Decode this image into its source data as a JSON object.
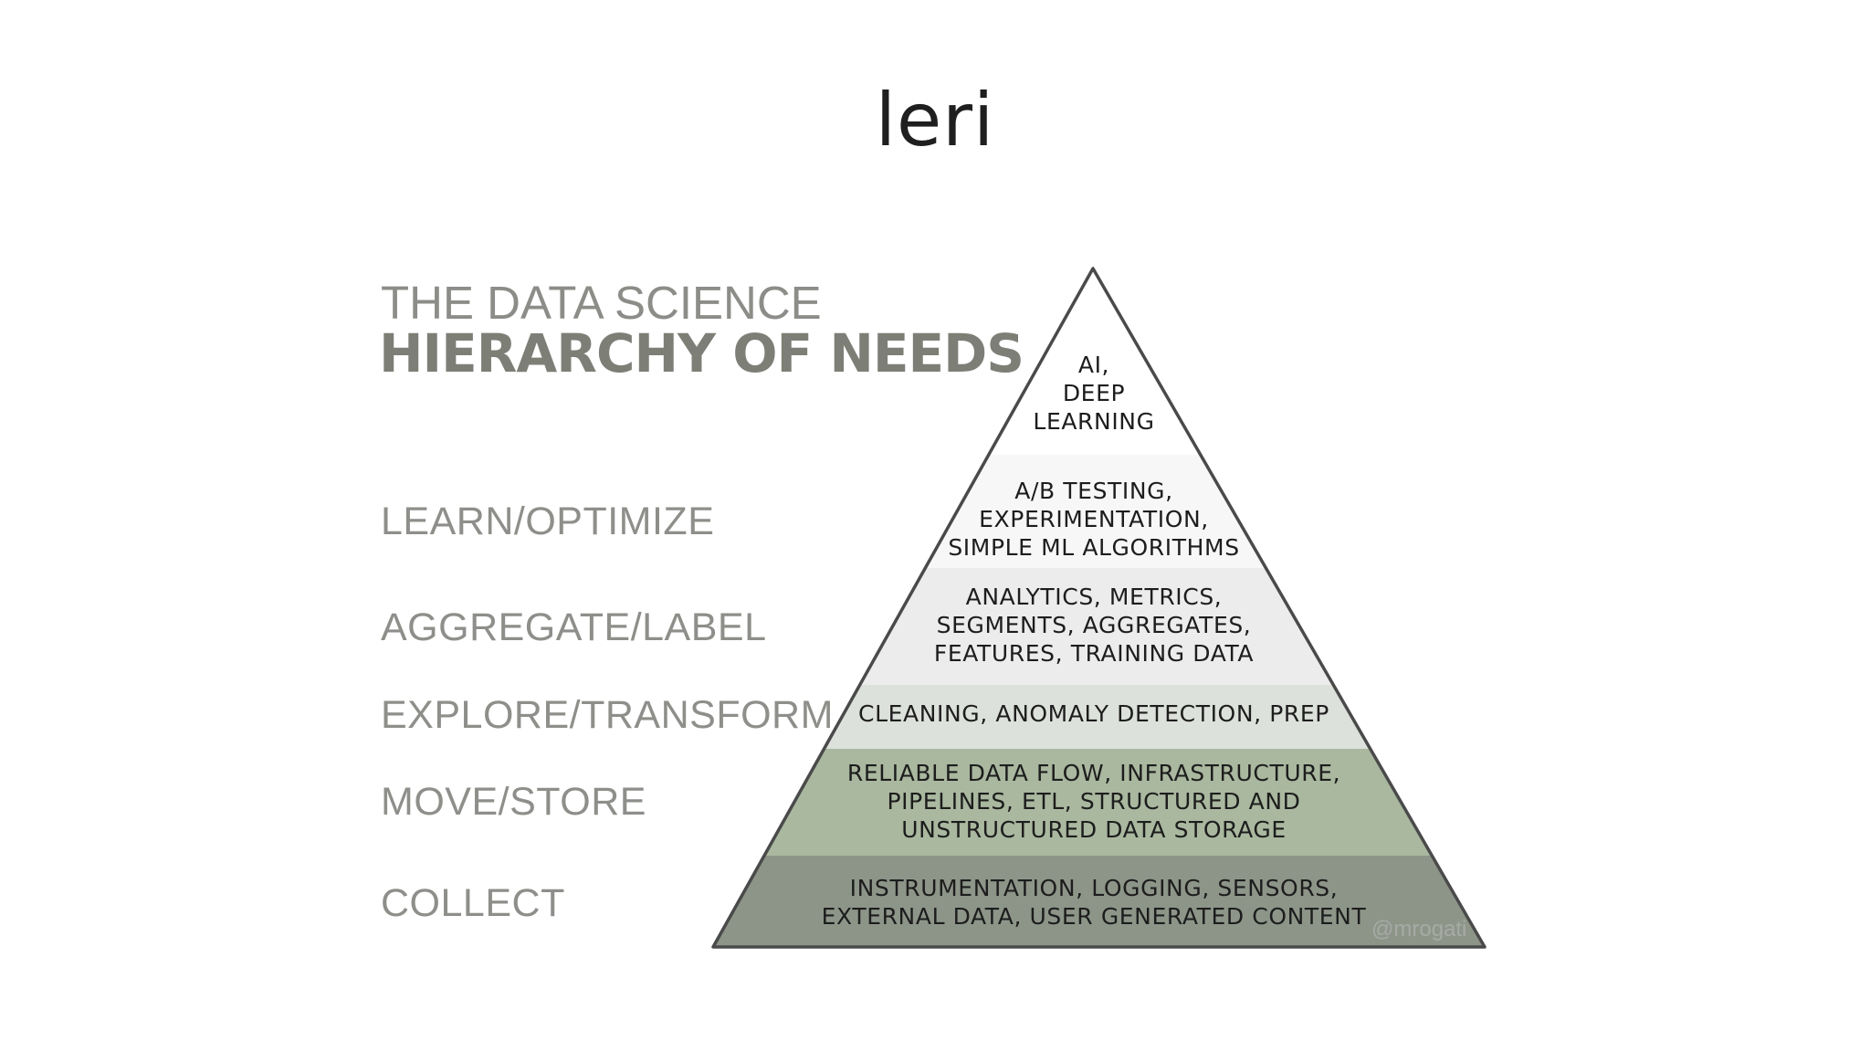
{
  "slide": {
    "title": "leri"
  },
  "heading": {
    "line1": "THE DATA SCIENCE",
    "line2": "HIERARCHY OF NEEDS"
  },
  "levels": [
    {
      "label": "LEARN/OPTIMIZE"
    },
    {
      "label": "AGGREGATE/LABEL"
    },
    {
      "label": "EXPLORE/TRANSFORM"
    },
    {
      "label": "MOVE/STORE"
    },
    {
      "label": "COLLECT"
    }
  ],
  "pyramid": {
    "tiers": [
      {
        "lines": [
          "AI,",
          "DEEP",
          "LEARNING"
        ],
        "color": "#ffffff"
      },
      {
        "lines": [
          "A/B TESTING,",
          "EXPERIMENTATION,",
          "SIMPLE ML ALGORITHMS"
        ],
        "color": "#f7f7f7"
      },
      {
        "lines": [
          "ANALYTICS, METRICS,",
          "SEGMENTS, AGGREGATES,",
          "FEATURES, TRAINING DATA"
        ],
        "color": "#ececec"
      },
      {
        "lines": [
          "CLEANING, ANOMALY DETECTION, PREP"
        ],
        "color": "#dde1db"
      },
      {
        "lines": [
          "RELIABLE DATA FLOW, INFRASTRUCTURE,",
          "PIPELINES, ETL, STRUCTURED AND",
          "UNSTRUCTURED DATA STORAGE"
        ],
        "color": "#a9b89f"
      },
      {
        "lines": [
          "INSTRUMENTATION, LOGGING, SENSORS,",
          "EXTERNAL DATA, USER GENERATED CONTENT"
        ],
        "color": "#8d9589"
      }
    ],
    "outline_color": "#4a4a4a"
  },
  "watermark": "@mrogati"
}
